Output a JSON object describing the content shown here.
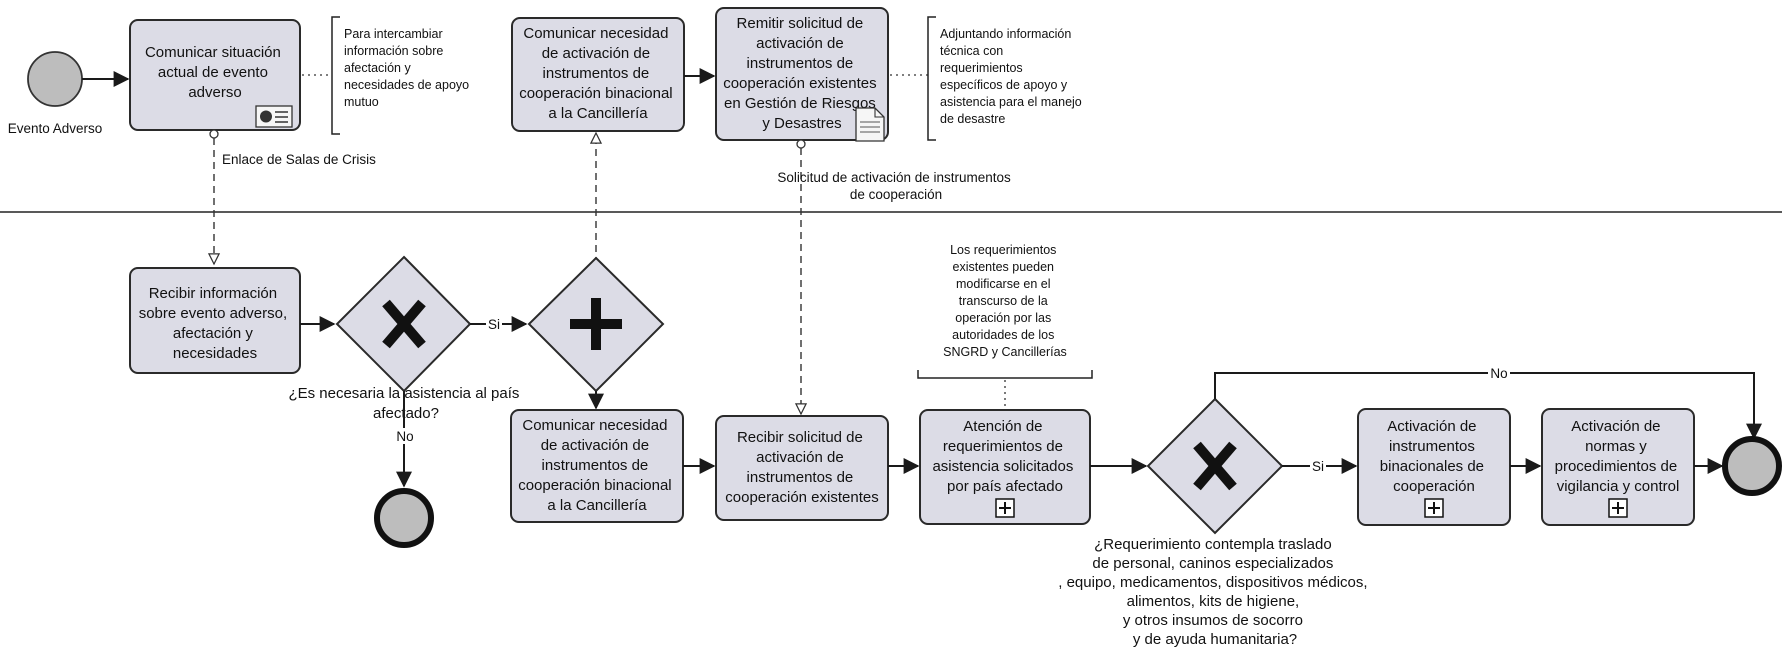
{
  "events": {
    "start_label": "Evento Adverso"
  },
  "tasks": {
    "t1": [
      "Comunicar situación",
      "actual de evento",
      "adverso"
    ],
    "t2": [
      "Comunicar necesidad",
      "de activación de",
      "instrumentos de",
      "cooperación binacional",
      "a la Cancillería"
    ],
    "t3": [
      "Remitir solicitud de",
      "activación de",
      "instrumentos de",
      "cooperación existentes",
      "en Gestión de Riesgos",
      "y Desastres"
    ],
    "t4": [
      "Recibir información",
      "sobre evento adverso,",
      "afectación y",
      "necesidades"
    ],
    "t5": [
      "Comunicar necesidad",
      "de activación de",
      "instrumentos de",
      "cooperación binacional",
      "a la Cancillería"
    ],
    "t6": [
      "Recibir solicitud de",
      "activación de",
      "instrumentos de",
      "cooperación existentes"
    ],
    "t7": [
      "Atención de",
      "requerimientos de",
      "asistencia solicitados",
      "por país afectado"
    ],
    "t8": [
      "Activación de",
      "instrumentos",
      "binacionales de",
      "cooperación"
    ],
    "t9": [
      "Activación de",
      "normas y",
      "procedimientos de",
      "vigilancia y control"
    ]
  },
  "annotations": {
    "a1": [
      "Para intercambiar",
      "información sobre",
      "afectación y",
      "necesidades de apoyo",
      "mutuo"
    ],
    "a2": [
      "Adjuntando información",
      "técnica con",
      "requerimientos",
      "específicos de apoyo y",
      "asistencia para el manejo",
      "de desastre"
    ],
    "a3": [
      "Los requerimientos",
      "existentes pueden",
      "modificarse en el",
      "transcurso de la",
      "operación por las",
      "autoridades de los",
      "SNGRD y Cancillerías"
    ]
  },
  "messages": {
    "m1": "Enlace de Salas de Crisis",
    "m2": [
      "Solicitud de activación de instrumentos",
      "de cooperación"
    ]
  },
  "gateways": {
    "g1_question": [
      "¿Es necesaria la asistencia al país",
      "afectado?"
    ],
    "g3_question": [
      "¿Requerimiento contempla traslado",
      "de personal, caninos especializados",
      ", equipo, medicamentos, dispositivos médicos,",
      "alimentos, kits de higiene,",
      "y otros insumos de socorro",
      "y de ayuda humanitaria?"
    ]
  },
  "flows": {
    "yes": "Si",
    "no": "No"
  },
  "colors": {
    "task_fill": "#dcdce6",
    "event_fill": "#bdbdbd",
    "stroke": "#2a2a2a"
  }
}
